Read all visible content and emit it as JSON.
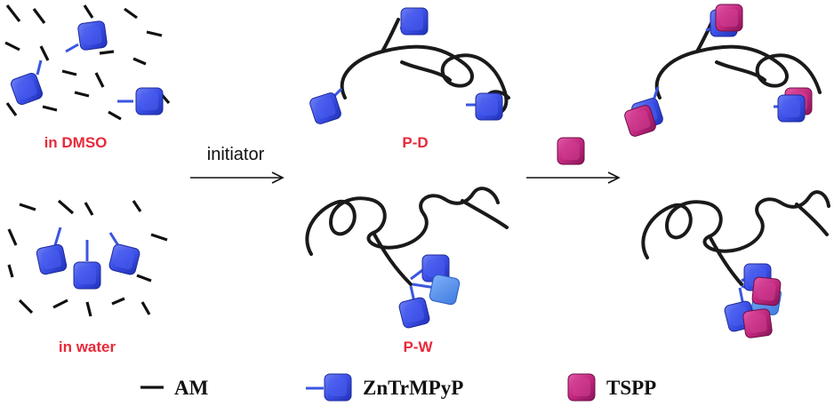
{
  "panels": {
    "dmso_label": "in DMSO",
    "water_label": "in water",
    "pd_label": "P-D",
    "pw_label": "P-W"
  },
  "arrows": {
    "initiator_label": "initiator"
  },
  "legend": {
    "am_label": "AM",
    "zn_label": "ZnTrMPyP",
    "tspp_label": "TSPP"
  },
  "colors": {
    "znpor_blue": "#3b4fe6",
    "tspp_magenta": "#c2287f",
    "label_red": "#e8293a",
    "chain_black": "#1a1a1a"
  },
  "icons": {
    "am_monomer": "black short dash",
    "zn_porphyrin": "blue rounded cube",
    "tspp_porphyrin": "magenta rounded cube",
    "polymer_chain": "black wavy line"
  }
}
